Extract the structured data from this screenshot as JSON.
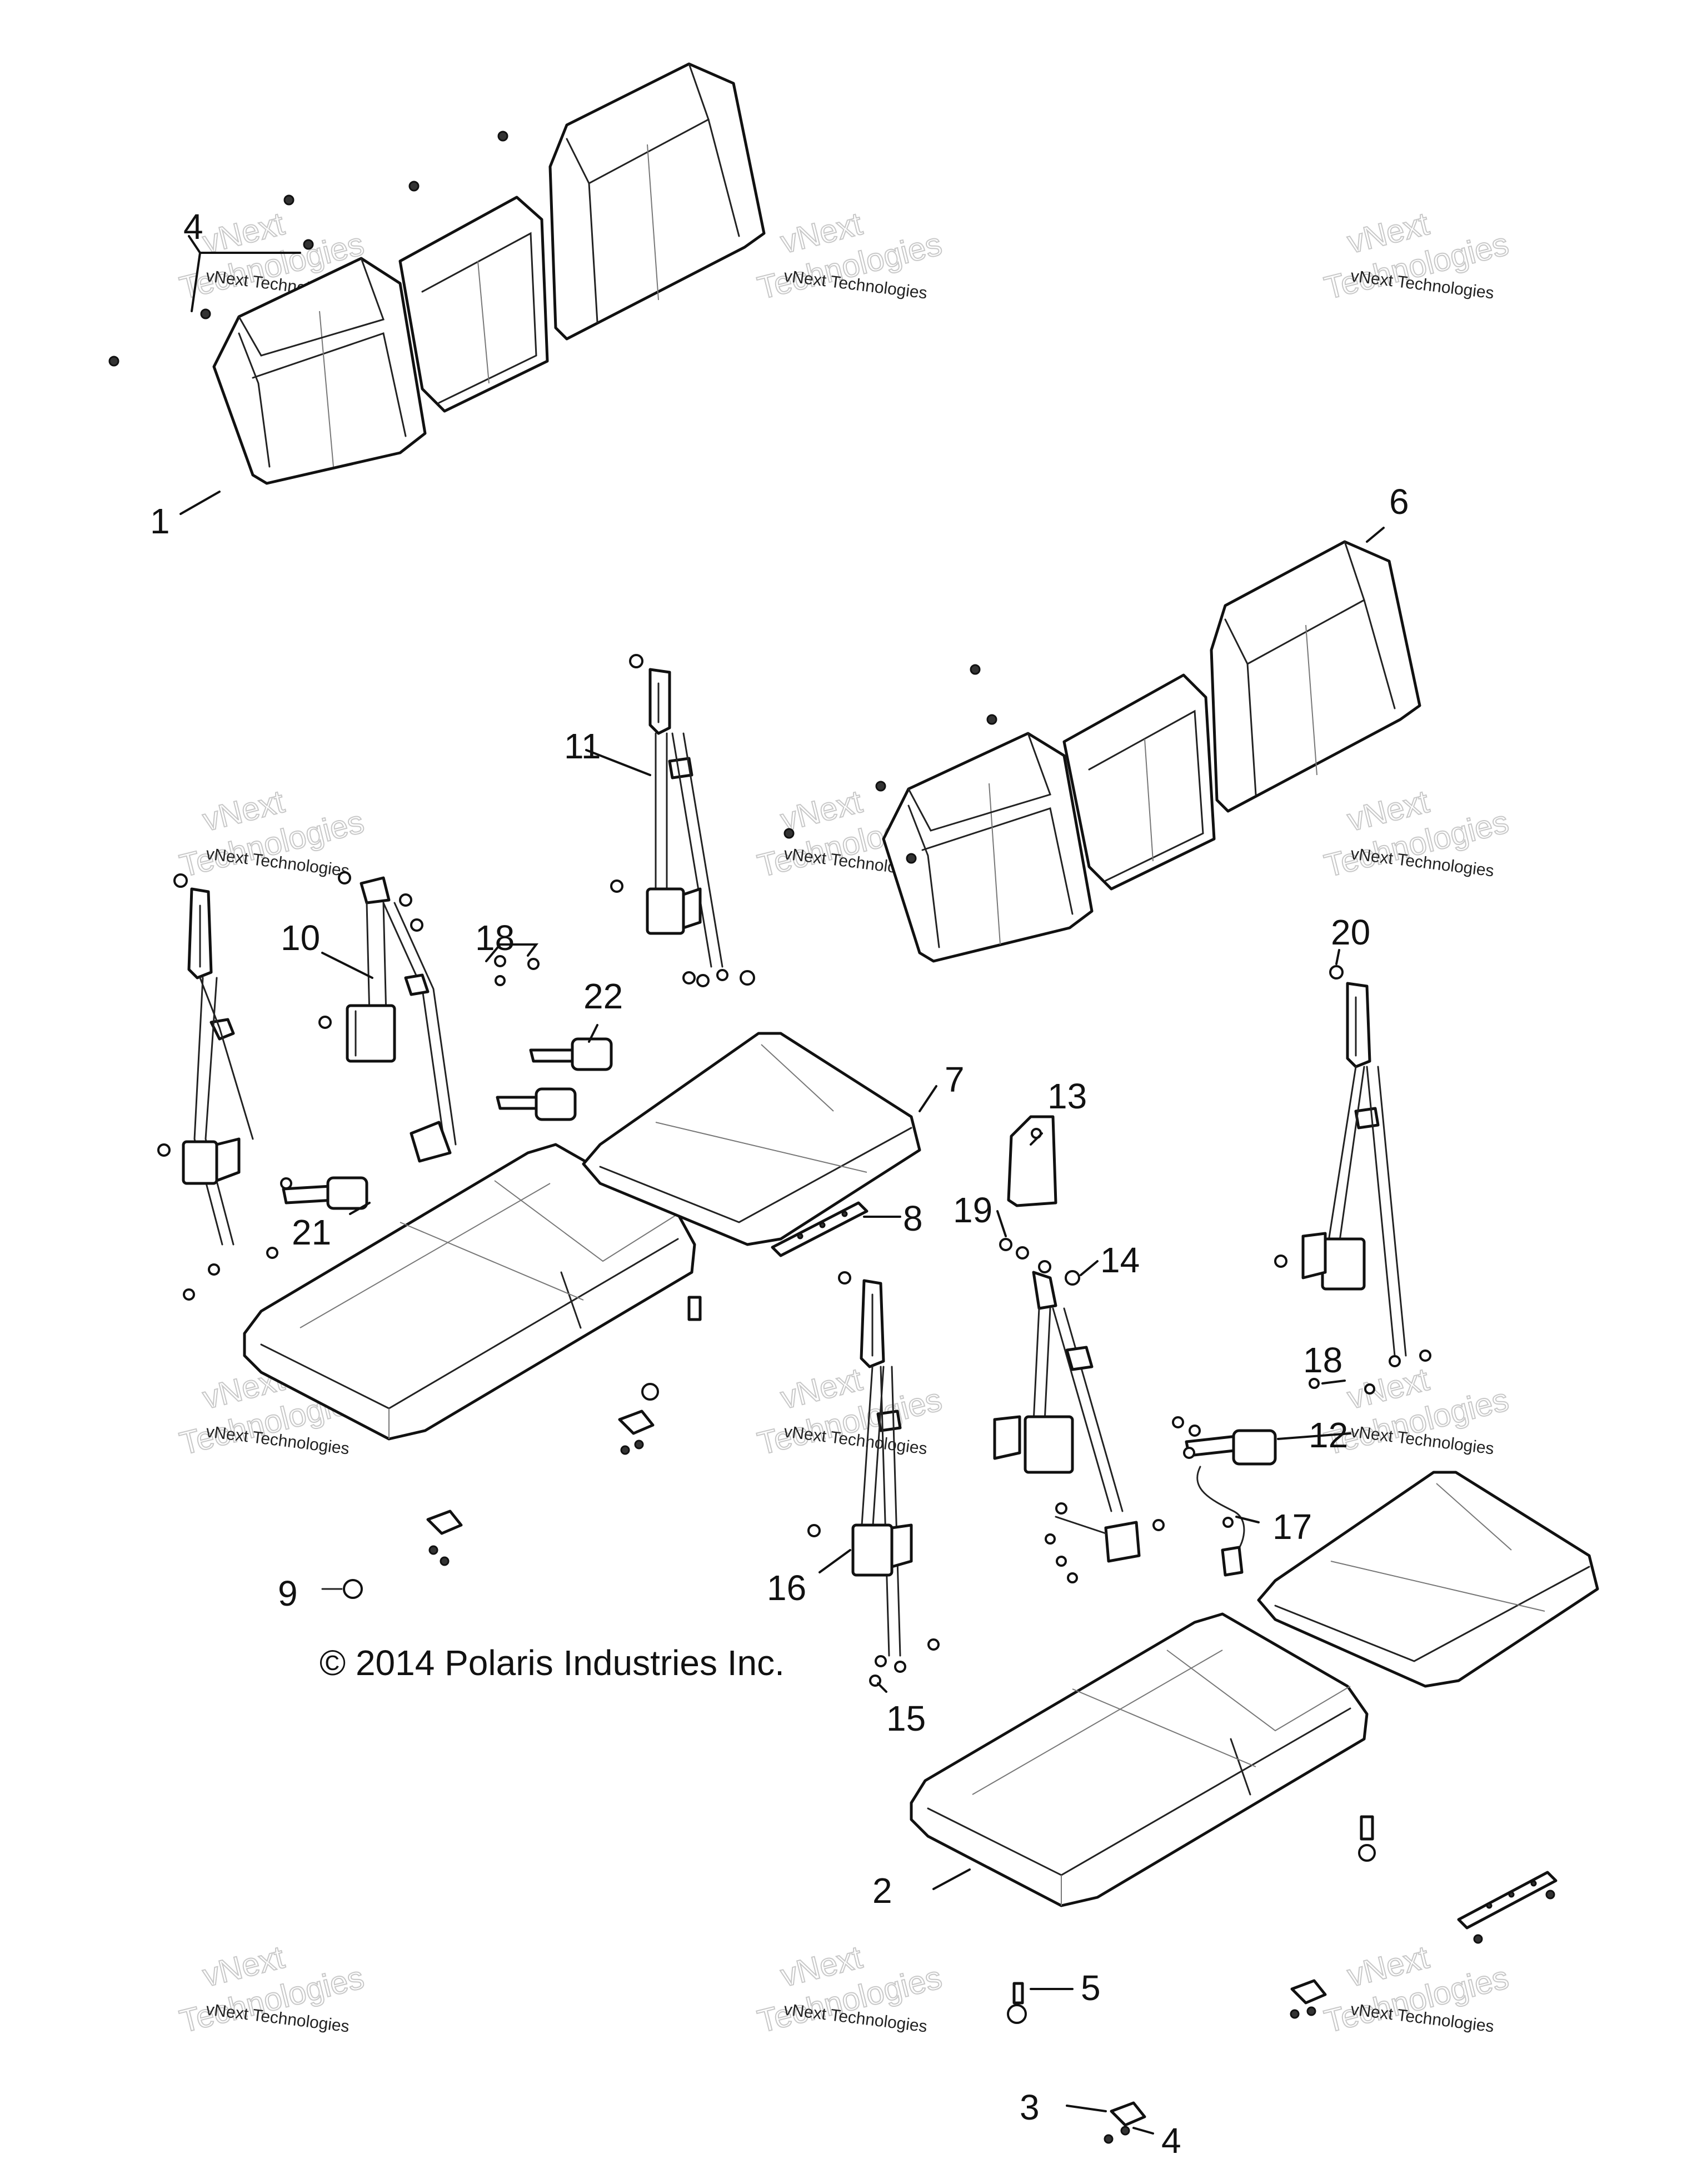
{
  "diagram": {
    "copyright": "© 2014 Polaris Industries Inc.",
    "watermark": {
      "line_small": "vNext Technologies",
      "line_big_1": "vNext",
      "line_big_2": "Technologies"
    },
    "callouts": {
      "c1": "1",
      "c2": "2",
      "c3": "3",
      "c4a": "4",
      "c4b": "4",
      "c5": "5",
      "c6": "6",
      "c7": "7",
      "c8": "8",
      "c9": "9",
      "c10": "10",
      "c11": "11",
      "c12": "12",
      "c13": "13",
      "c14": "14",
      "c15": "15",
      "c16": "16",
      "c17": "17",
      "c18a": "18",
      "c18b": "18",
      "c19": "19",
      "c20": "20",
      "c21": "21",
      "c22": "22"
    }
  }
}
